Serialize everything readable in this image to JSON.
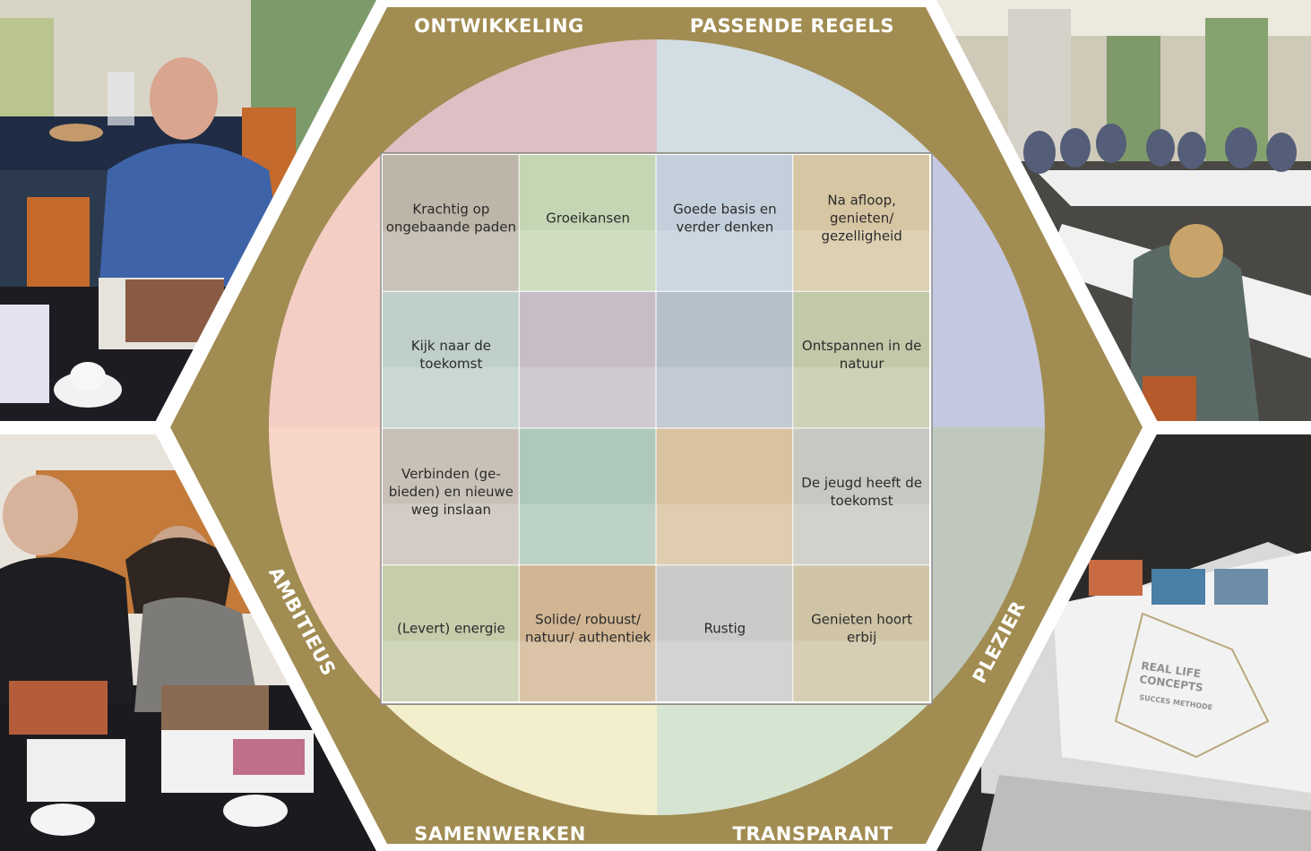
{
  "frame": {
    "band_color": "#a18c52",
    "top_left_label": "ONTWIKKELING",
    "top_right_label": "PASSENDE REGELS",
    "bottom_left_label": "SAMENWERKEN",
    "bottom_right_label": "TRANSPARANT",
    "left_label": "AMBITIEUS",
    "right_label": "PLEZIER"
  },
  "quadrant_colors": {
    "top_left": "#dcc0c3",
    "top_right": "#d2dde4",
    "right_upper": "#c4c8e0",
    "right_lower": "#c0c8bd",
    "bottom_right": "#d6e5d2",
    "bottom_left": "#f3efcc",
    "left_lower": "#f7d6c8",
    "left_upper": "#f4cdc5"
  },
  "tiles": [
    {
      "label": "Krachtig op ongebaande paden",
      "lines": [
        "Krachtig op",
        "ongebaande paden"
      ],
      "color": "#bdb5a8"
    },
    {
      "label": "Groeikansen",
      "lines": [
        "Groeikansen"
      ],
      "color": "#c5d6b4"
    },
    {
      "label": "Goede basis en verder denken",
      "lines": [
        "Goede basis en",
        "verder denken"
      ],
      "color": "#c3cfdb"
    },
    {
      "label": "Na afloop, genieten/ gezelligheid",
      "lines": [
        "Na afloop,",
        "genieten/",
        "gezelligheid"
      ],
      "color": "#d7c6a3"
    },
    {
      "label": "Kijk naar de toekomst",
      "lines": [
        "Kijk naar de",
        "toekomst"
      ],
      "color": "#bfd0c8"
    },
    {
      "label": "",
      "lines": [],
      "color": "#c7bdc7"
    },
    {
      "label": "",
      "lines": [],
      "color": "#b5c0cb"
    },
    {
      "label": "Ontspannen in de natuur",
      "lines": [
        "Ontspannen in de",
        "natuur"
      ],
      "color": "#c2c9a9"
    },
    {
      "label": "Verbinden (ge-bieden) en nieuwe weg inslaan",
      "lines": [
        "Verbinden (ge-",
        "bieden) en nieuwe",
        "weg inslaan"
      ],
      "color": "#c9c1b7"
    },
    {
      "label": "",
      "lines": [],
      "color": "#aec8b9"
    },
    {
      "label": "",
      "lines": [],
      "color": "#d9c2a0"
    },
    {
      "label": "De jeugd heeft de toekomst",
      "lines": [
        "De jeugd heeft de",
        "toekomst"
      ],
      "color": "#c8c8c2"
    },
    {
      "label": "(Levert) energie",
      "lines": [
        "(Levert) energie"
      ],
      "color": "#c5cdab"
    },
    {
      "label": "Solide/ robuust/ natuur/ authentiek",
      "lines": [
        "Solide/ robuust/",
        "natuur/ authentiek"
      ],
      "color": "#d2b694"
    },
    {
      "label": "Rustig",
      "lines": [
        "Rustig"
      ],
      "color": "#cbcac8"
    },
    {
      "label": "Genieten hoort erbij",
      "lines": [
        "Genieten hoort",
        "erbij"
      ],
      "color": "#cfc4a5"
    }
  ],
  "photos": {
    "top_left": {
      "bg": "#4a5a6e"
    },
    "top_right": {
      "bg": "#7c7a6e"
    },
    "bottom_left": {
      "bg": "#3a3330"
    },
    "bottom_right": {
      "bg": "#2f2d2b"
    }
  },
  "book": {
    "title_line1": "REAL LIFE",
    "title_line2": "CONCEPTS",
    "subtitle": "SUCCES METHODE"
  }
}
